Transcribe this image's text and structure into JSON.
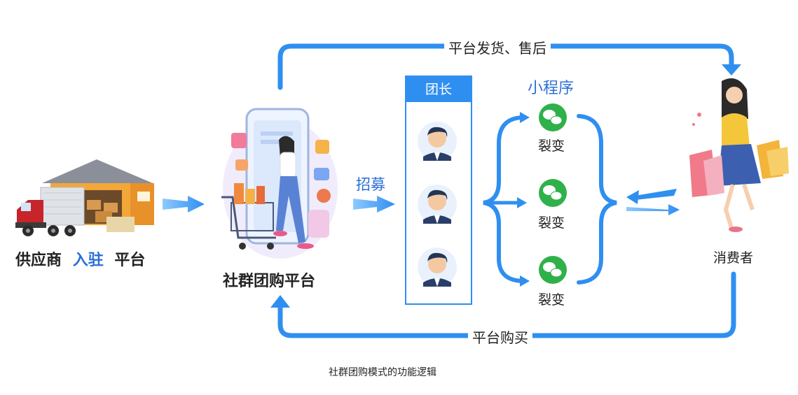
{
  "supplier": {
    "prefix": "供应商",
    "highlight": "入驻",
    "suffix": "平台"
  },
  "platform": {
    "label": "社群团购平台"
  },
  "recruit": {
    "label": "招募"
  },
  "leaders": {
    "header": "团长"
  },
  "miniprogram": {
    "label": "小程序",
    "items": [
      "裂变",
      "裂变",
      "裂变"
    ]
  },
  "consumer": {
    "label": "消费者"
  },
  "top_flow": {
    "label": "平台发货、售后"
  },
  "bottom_flow": {
    "label": "平台购买"
  },
  "caption": "社群团购模式的功能逻辑",
  "colors": {
    "accent": "#2f8ff0",
    "highlight_text": "#2a6fd6",
    "wechat_green": "#2fb14a"
  }
}
